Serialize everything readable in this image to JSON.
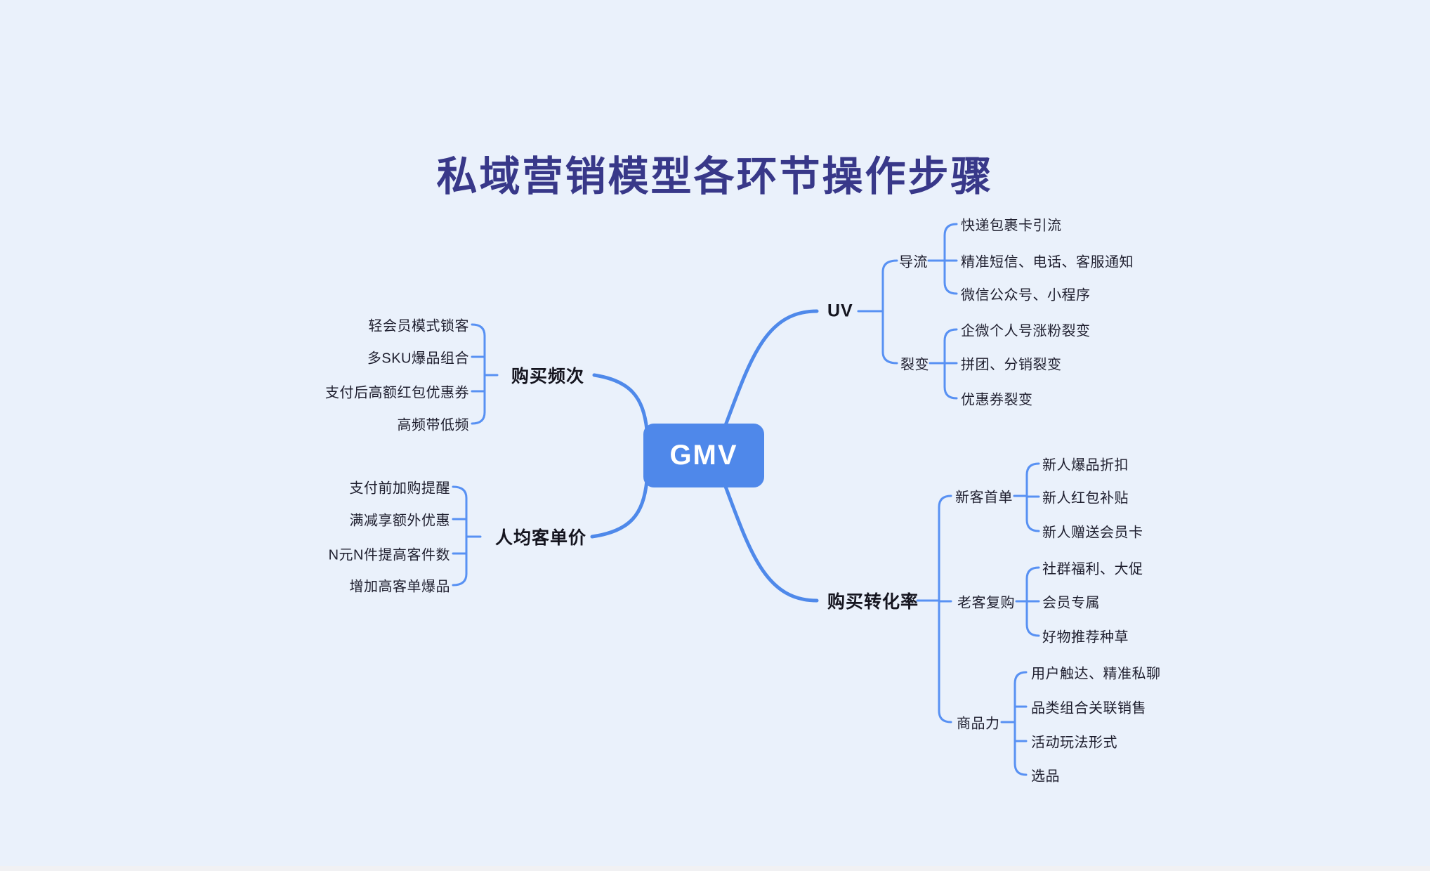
{
  "title": "私域营销模型各环节操作步骤",
  "root": "GMV",
  "colors": {
    "background": "#EAF1FB",
    "line_blue": "#5891F3",
    "root_fill": "#4F88EA",
    "title_navy": "#383889",
    "text_dark": "#1E1E2E"
  },
  "mindmap": {
    "left": [
      {
        "label": "购买频次",
        "children": [
          "轻会员模式锁客",
          "多SKU爆品组合",
          "支付后高额红包优惠券",
          "高频带低频"
        ]
      },
      {
        "label": "人均客单价",
        "children": [
          "支付前加购提醒",
          "满减享额外优惠",
          "N元N件提高客件数",
          "增加高客单爆品"
        ]
      }
    ],
    "right": [
      {
        "label": "UV",
        "groups": [
          {
            "label": "导流",
            "children": [
              "快递包裹卡引流",
              "精准短信、电话、客服通知",
              "微信公众号、小程序"
            ]
          },
          {
            "label": "裂变",
            "children": [
              "企微个人号涨粉裂变",
              "拼团、分销裂变",
              "优惠券裂变"
            ]
          }
        ]
      },
      {
        "label": "购买转化率",
        "groups": [
          {
            "label": "新客首单",
            "children": [
              "新人爆品折扣",
              "新人红包补贴",
              "新人赠送会员卡"
            ]
          },
          {
            "label": "老客复购",
            "children": [
              "社群福利、大促",
              "会员专属",
              "好物推荐种草"
            ]
          },
          {
            "label": "商品力",
            "children": [
              "用户触达、精准私聊",
              "品类组合关联销售",
              "活动玩法形式",
              "选品"
            ]
          }
        ]
      }
    ]
  }
}
